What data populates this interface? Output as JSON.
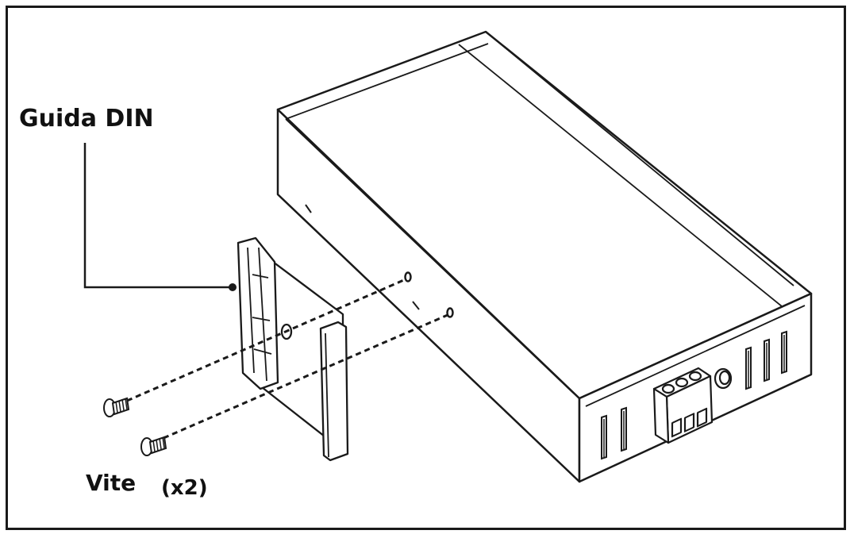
{
  "labels": {
    "din_rail": "Guida DIN",
    "screw": "Vite",
    "screw_quantity": "(x2)"
  },
  "colors": {
    "line": "#1a1a1a",
    "fill": "#ffffff",
    "shade": "#e6e6e6",
    "background": "#ffffff"
  }
}
